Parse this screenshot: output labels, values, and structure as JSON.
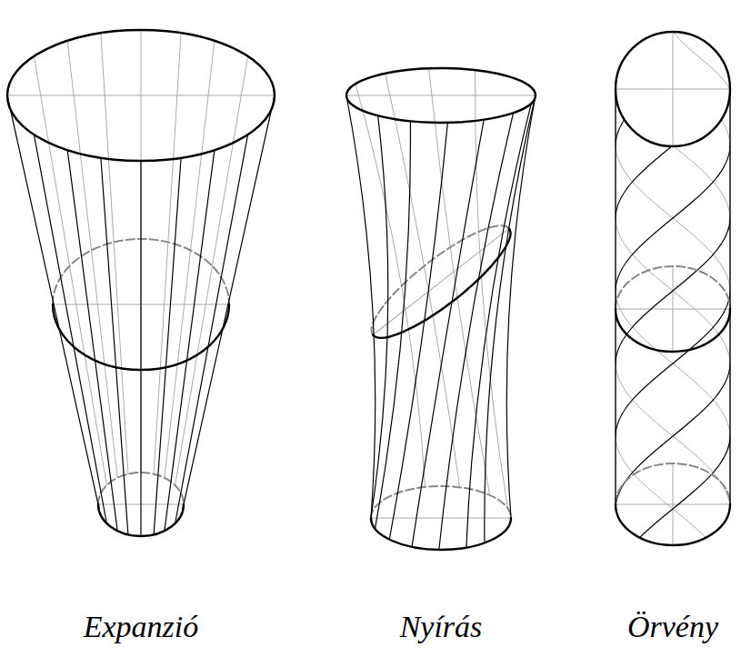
{
  "diagram": {
    "labels": [
      "Expanzió",
      "Nyírás",
      "Örvény"
    ]
  }
}
